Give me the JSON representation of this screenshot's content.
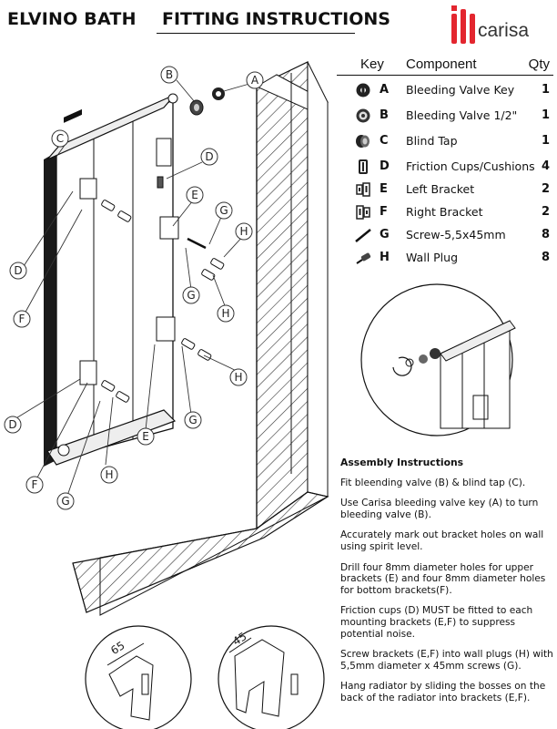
{
  "header": {
    "product": "ELVINO BATH",
    "title": "FITTING INSTRUCTIONS",
    "brand": "carisa"
  },
  "parts_table": {
    "headers": {
      "key": "Key",
      "component": "Component",
      "qty": "Qty"
    },
    "rows": [
      {
        "key": "A",
        "component": "Bleeding Valve Key",
        "qty": "1",
        "icon": "valve-key-icon"
      },
      {
        "key": "B",
        "component": "Bleeding Valve 1/2\"",
        "qty": "1",
        "icon": "bleeding-valve-icon"
      },
      {
        "key": "C",
        "component": "Blind Tap",
        "qty": "1",
        "icon": "blind-tap-icon"
      },
      {
        "key": "D",
        "component": "Friction Cups/Cushions",
        "qty": "4",
        "icon": "friction-cup-icon"
      },
      {
        "key": "E",
        "component": "Left Bracket",
        "qty": "2",
        "icon": "left-bracket-icon"
      },
      {
        "key": "F",
        "component": "Right Bracket",
        "qty": "2",
        "icon": "right-bracket-icon"
      },
      {
        "key": "G",
        "component": "Screw-5,5x45mm",
        "qty": "8",
        "icon": "screw-icon"
      },
      {
        "key": "H",
        "component": "Wall Plug",
        "qty": "8",
        "icon": "wall-plug-icon"
      }
    ]
  },
  "diagram": {
    "callouts": {
      "a": "A",
      "b": "B",
      "c": "C",
      "d1": "D",
      "d2": "D",
      "d3": "D",
      "e1": "E",
      "e2": "E",
      "f1": "F",
      "f2": "F",
      "g1": "G",
      "g2": "G",
      "g3": "G",
      "g4": "G",
      "h1": "H",
      "h2": "H",
      "h3": "H",
      "h4": "H"
    },
    "dim_left": "65",
    "dim_right": "45"
  },
  "assembly": {
    "title": "Assembly Instructions",
    "steps": [
      "Fit bleending valve (B) & blind tap (C).",
      "Use Carisa bleeding valve key (A) to turn bleeding valve (B).",
      "Accurately mark out bracket holes on wall using spirit level.",
      "Drill four 8mm diameter holes for upper brackets (E) and four 8mm diameter holes for bottom brackets(F).",
      "Friction cups (D) MUST be fitted to each mounting brackets (E,F) to suppress potential noise.",
      "Screw brackets (E,F) into wall plugs (H) with 5,5mm diameter x 45mm screws (G).",
      "Hang radiator by sliding the bosses on the back of the radiator into brackets (E,F)."
    ]
  },
  "colors": {
    "brand_red": "#e3262f",
    "ink": "#111111"
  }
}
